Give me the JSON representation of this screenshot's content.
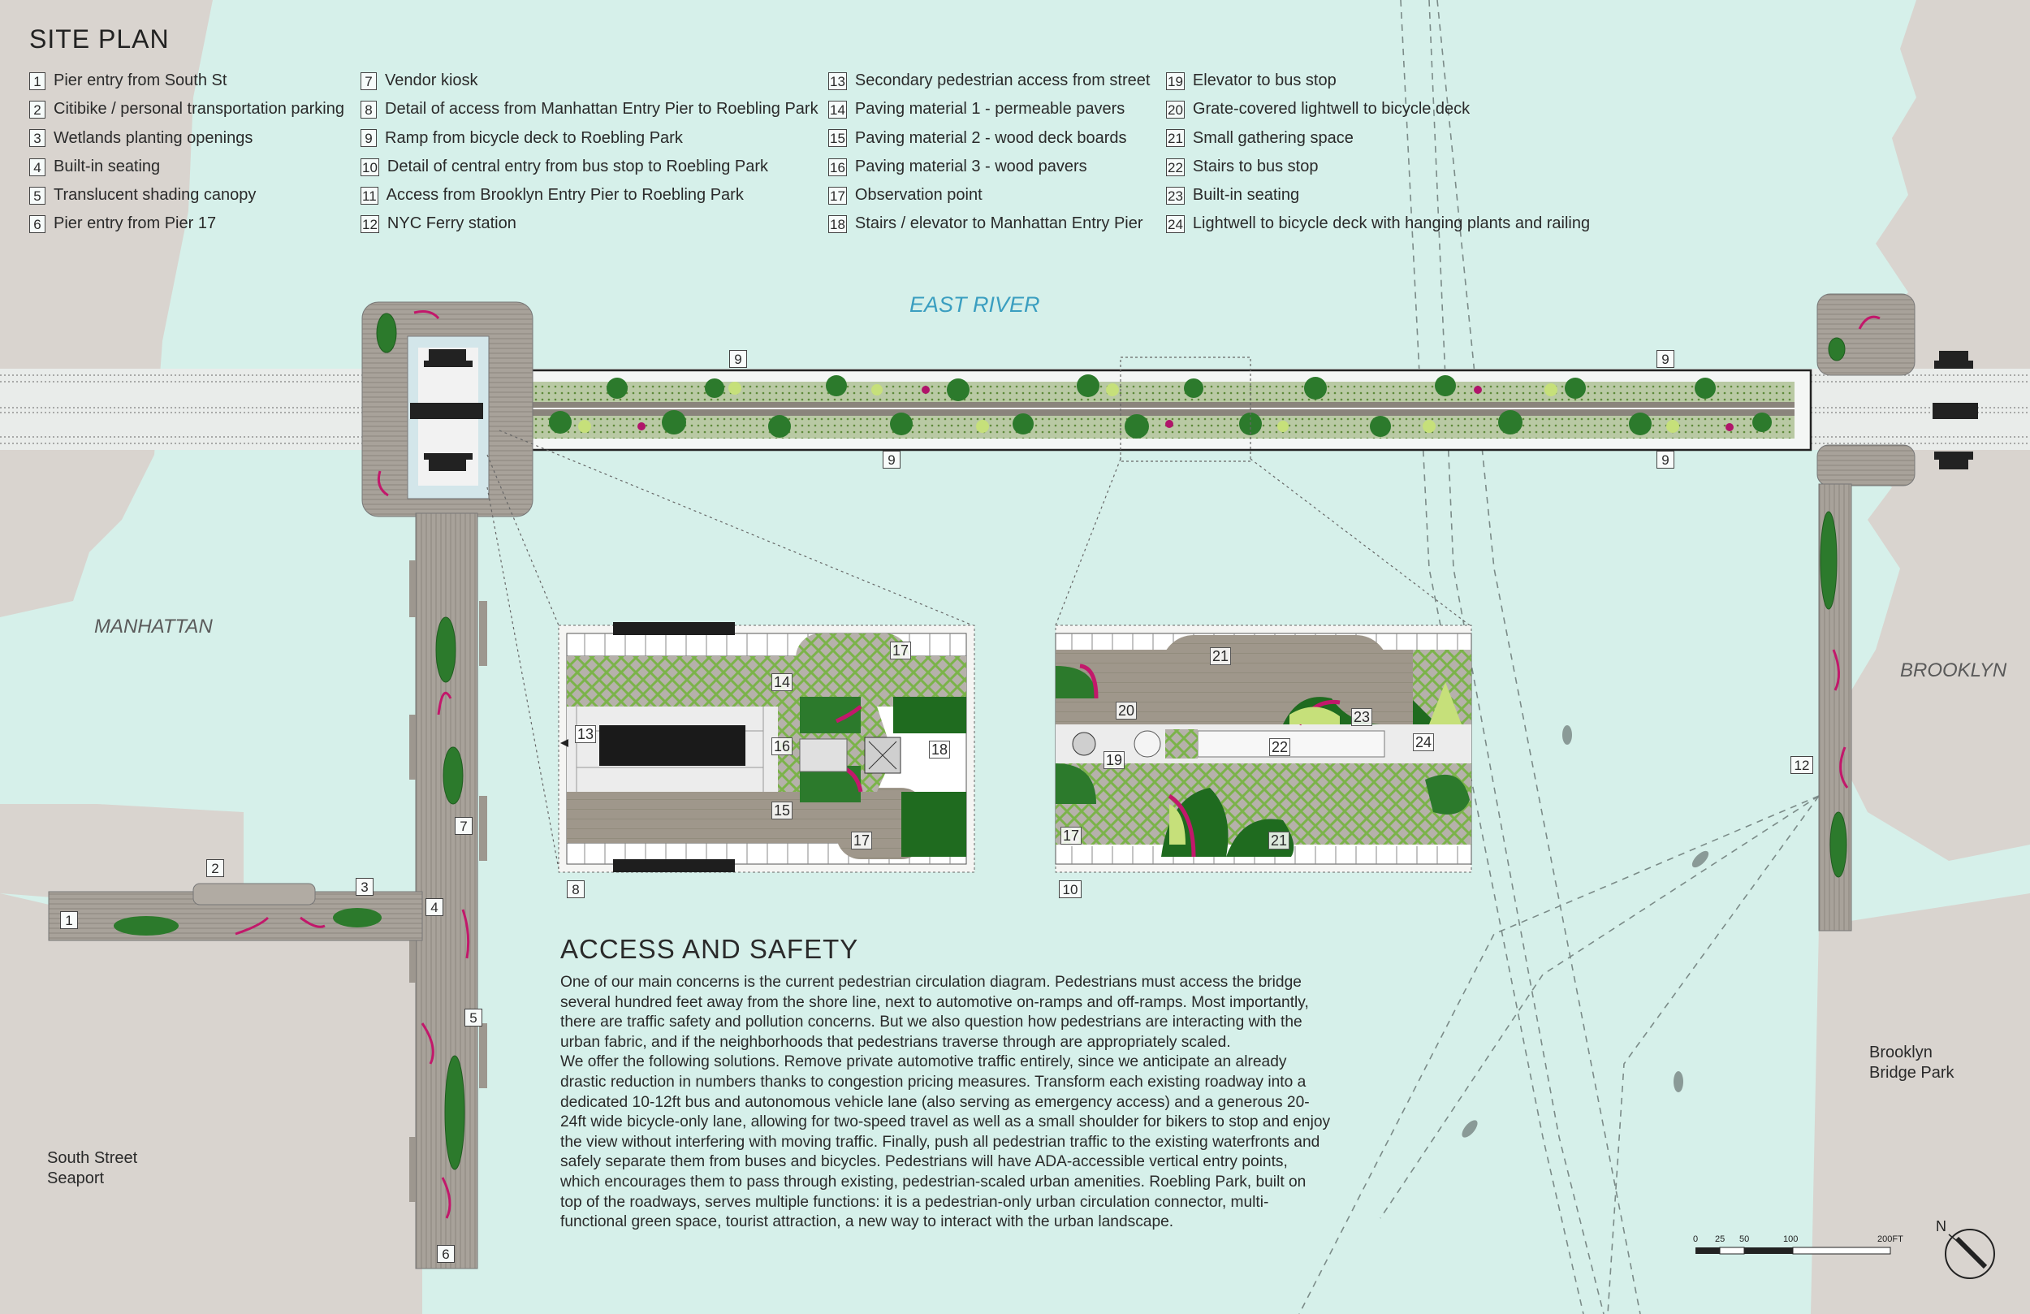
{
  "title": "SITE PLAN",
  "legend_col1": [
    {
      "num": "1",
      "text": "Pier entry from South St"
    },
    {
      "num": "2",
      "text": "Citibike / personal transportation parking"
    },
    {
      "num": "3",
      "text": "Wetlands planting openings"
    },
    {
      "num": "4",
      "text": "Built-in seating"
    },
    {
      "num": "5",
      "text": "Translucent shading canopy"
    },
    {
      "num": "6",
      "text": "Pier entry from Pier 17"
    }
  ],
  "legend_col2": [
    {
      "num": "7",
      "text": "Vendor kiosk"
    },
    {
      "num": "8",
      "text": "Detail of access from Manhattan Entry Pier to Roebling Park"
    },
    {
      "num": "9",
      "text": "Ramp from bicycle deck to Roebling Park"
    },
    {
      "num": "10",
      "text": "Detail of central entry from bus stop to Roebling Park"
    },
    {
      "num": "11",
      "text": "Access from Brooklyn Entry Pier to Roebling Park"
    },
    {
      "num": "12",
      "text": "NYC Ferry station"
    }
  ],
  "legend_col3": [
    {
      "num": "13",
      "text": "Secondary pedestrian access from street"
    },
    {
      "num": "14",
      "text": "Paving material 1 - permeable pavers"
    },
    {
      "num": "15",
      "text": "Paving material 2 - wood deck boards"
    },
    {
      "num": "16",
      "text": "Paving material 3 - wood pavers"
    },
    {
      "num": "17",
      "text": "Observation point"
    },
    {
      "num": "18",
      "text": "Stairs / elevator to Manhattan Entry Pier"
    }
  ],
  "legend_col4": [
    {
      "num": "19",
      "text": "Elevator to bus stop"
    },
    {
      "num": "20",
      "text": "Grate-covered lightwell to bicycle deck"
    },
    {
      "num": "21",
      "text": "Small gathering space"
    },
    {
      "num": "22",
      "text": "Stairs to bus stop"
    },
    {
      "num": "23",
      "text": "Built-in seating"
    },
    {
      "num": "24",
      "text": "Lightwell to bicycle deck with hanging plants and railing"
    }
  ],
  "places": {
    "east_river": "EAST RIVER",
    "manhattan": "MANHATTAN",
    "brooklyn": "BROOKLYN",
    "seaport_1": "South Street",
    "seaport_2": "Seaport",
    "bbpark_1": "Brooklyn",
    "bbpark_2": "Bridge Park"
  },
  "plan_tags": {
    "t1": "1",
    "t2": "2",
    "t3": "3",
    "t4": "4",
    "t5": "5",
    "t6": "6",
    "t7": "7",
    "t9a": "9",
    "t9b": "9",
    "t9c": "9",
    "t9d": "9",
    "t12": "12",
    "t8": "8",
    "t10": "10"
  },
  "detail_tags": {
    "d13": "13",
    "d14": "14",
    "d15": "15",
    "d16": "16",
    "d17a": "17",
    "d17b": "17",
    "d18": "18",
    "d19": "19",
    "d20": "20",
    "d21a": "21",
    "d21b": "21",
    "d22": "22",
    "d23": "23",
    "d24": "24",
    "d17c": "17"
  },
  "access": {
    "heading": "ACCESS AND SAFETY",
    "para1": "One of our main concerns is the current pedestrian circulation diagram.  Pedestrians must access the bridge several hundred feet away from the shore line, next to automotive on-ramps and off-ramps. Most importantly, there are traffic safety and pollution concerns.  But we also question how pedestrians are interacting with the urban fabric, and if the neighborhoods that pedestrians traverse through are appropriately scaled.",
    "para2": "We offer the following solutions.  Remove private automotive traffic entirely, since we anticipate an already drastic reduction in numbers thanks to congestion pricing measures.  Transform each existing roadway into a dedicated 10-12ft bus and autonomous vehicle lane (also serving as emergency access) and a generous 20-24ft wide bicycle-only lane, allowing for two-speed travel as well as a small shoulder for bikers to stop and enjoy the view without interfering with moving traffic.  Finally, push all pedestrian traffic to the existing waterfronts and safely separate them from buses and bicycles.  Pedestrians will have ADA-accessible vertical entry points, which encourages them to pass through existing, pedestrian-scaled urban amenities.  Roebling Park, built on top of the roadways, serves multiple functions: it is a pedestrian-only urban circulation connector, multi-functional green space, tourist attraction, a new way to interact with the urban landscape."
  },
  "scale": {
    "s0": "0",
    "s25": "25",
    "s50": "50",
    "s100": "100",
    "s200": "200FT"
  },
  "north": "N",
  "colors": {
    "water": "#d6f0ea",
    "land": "#d9d4cf",
    "deck": "#a9a39c",
    "green": "#2d7a2d",
    "magenta": "#c2186b",
    "river_text": "#3a9ec0"
  }
}
